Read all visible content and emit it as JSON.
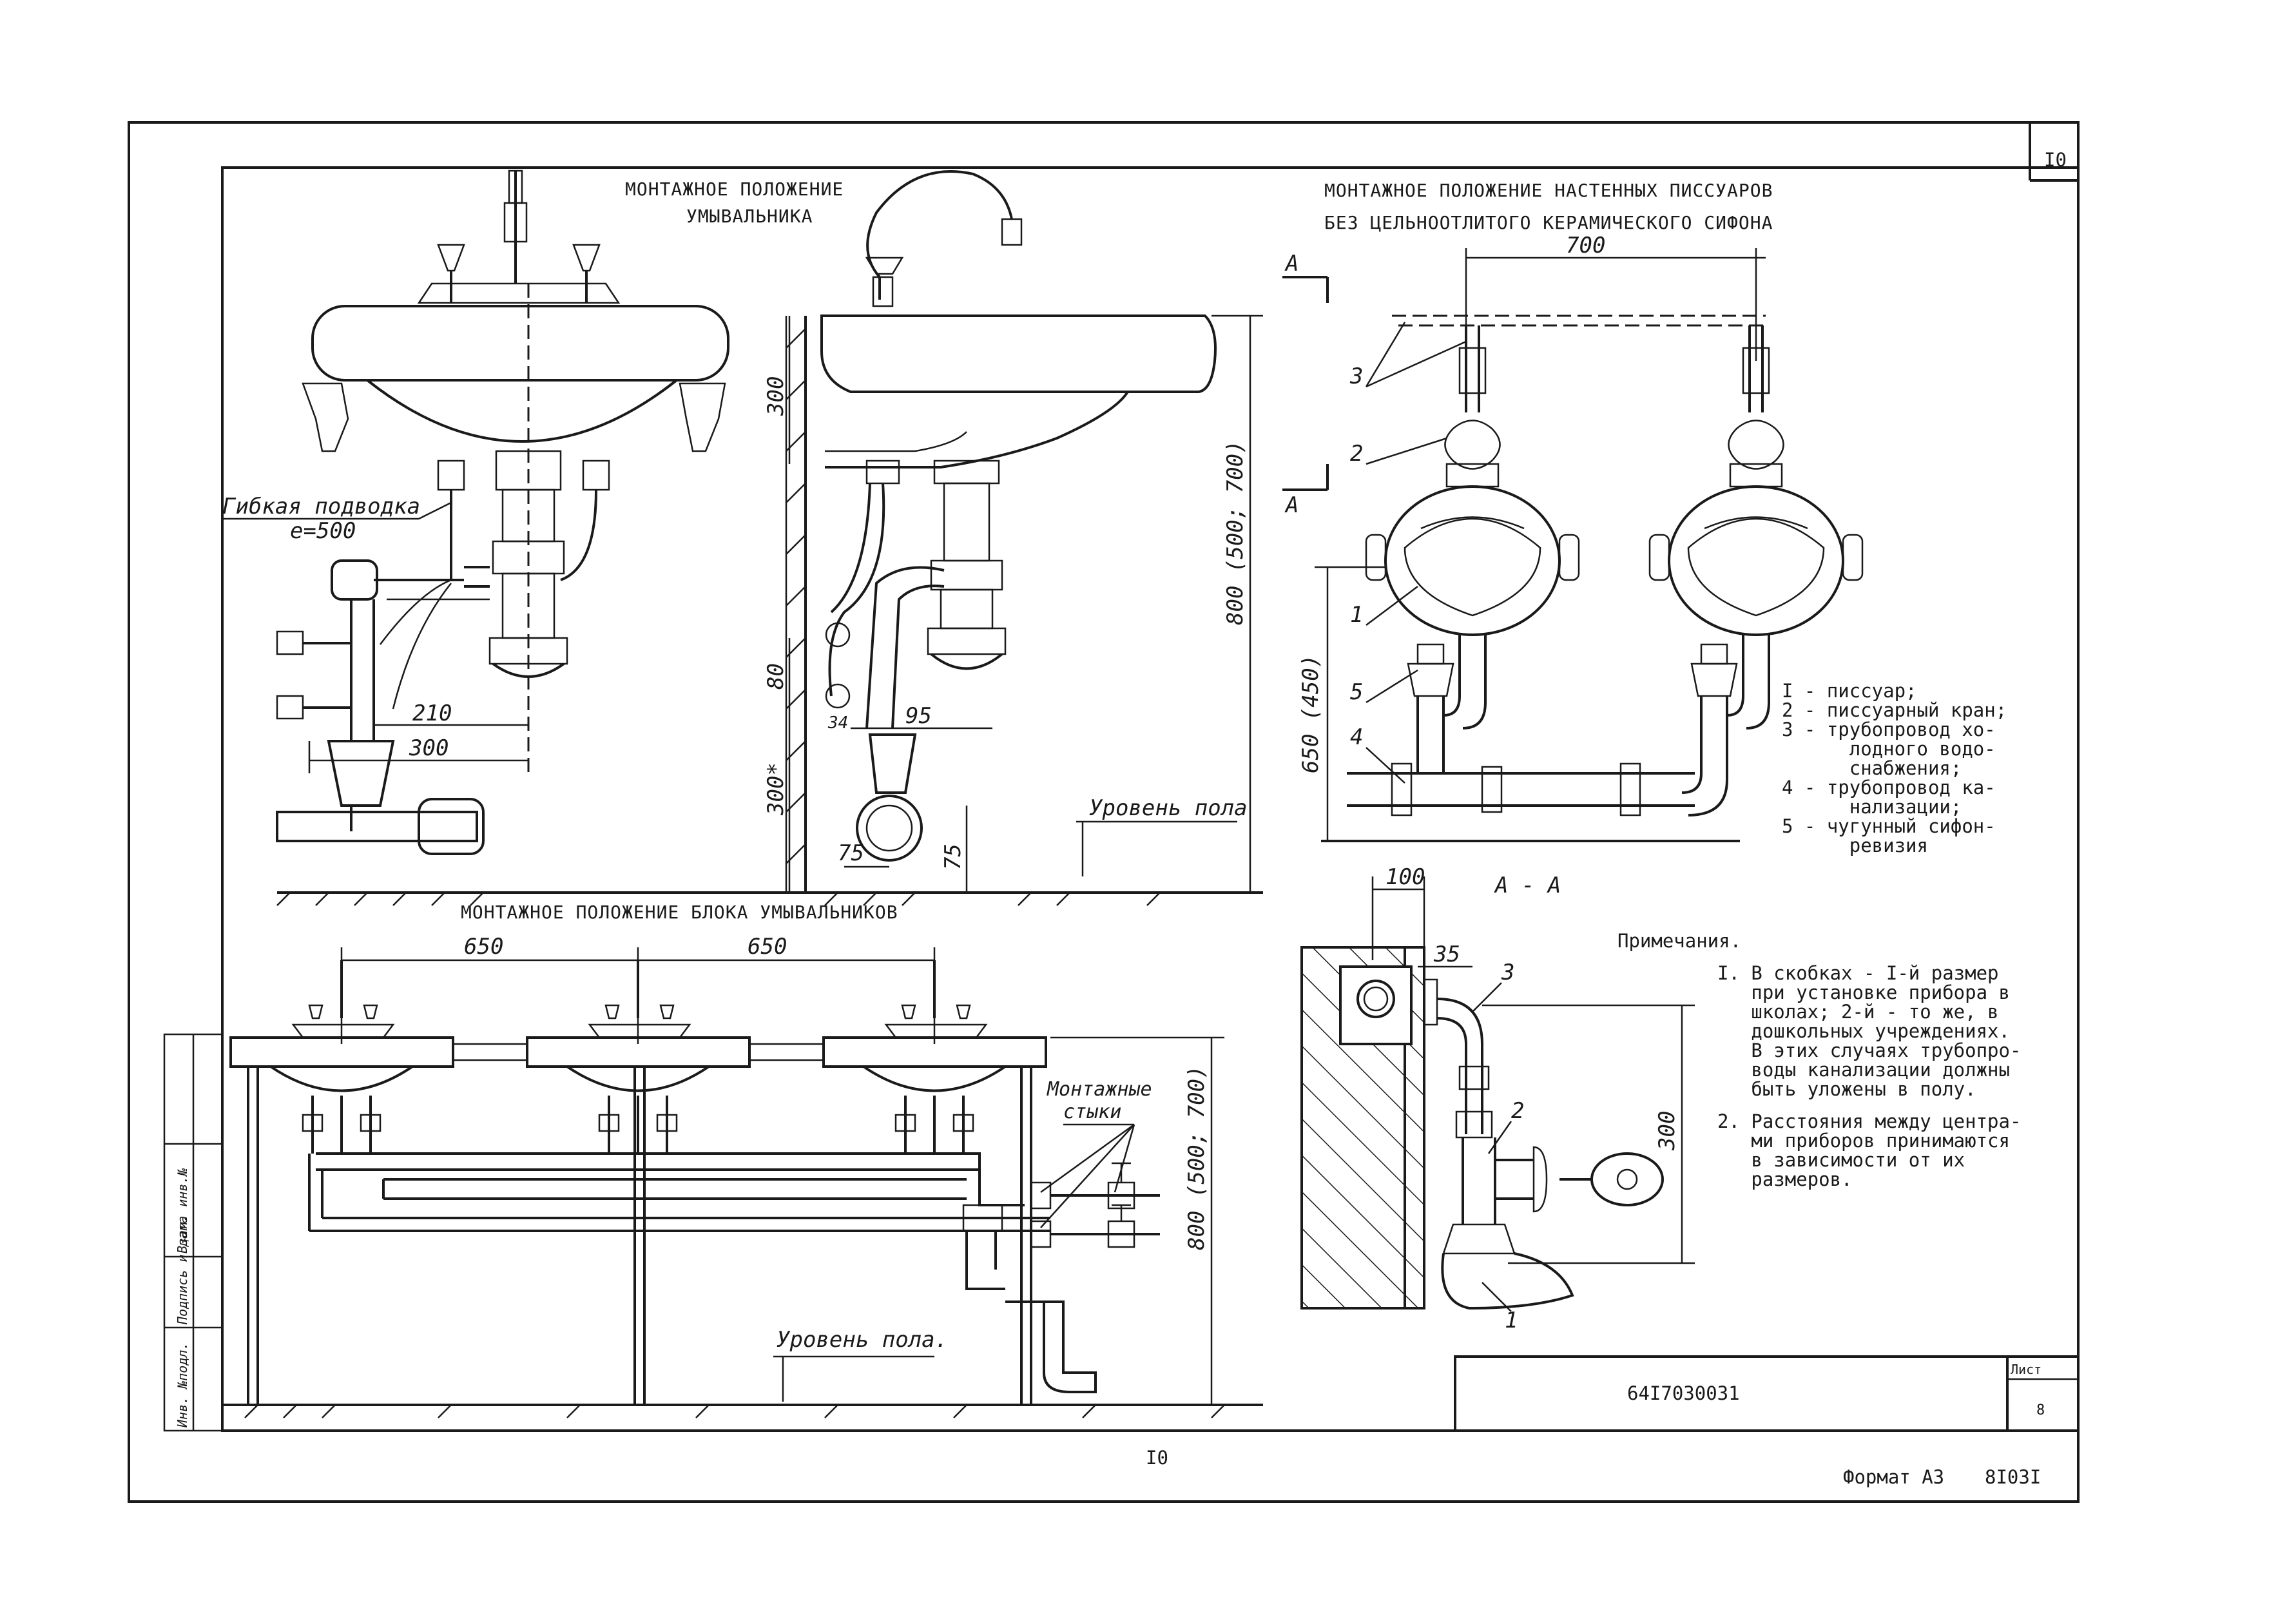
{
  "sheet": {
    "page_number_top": "I0",
    "page_number_bottom": "I0",
    "format_label": "Формат А3",
    "archive_code": "8I03I",
    "doc_code": "64I7030031",
    "sheet_label": "Лист",
    "sheet_number": "8",
    "side_stamp": [
      "Инв. №подл.",
      "Подпись и дата",
      "Взам. инв.№"
    ]
  },
  "wash_basin": {
    "title_line1": "МОНТАЖНОЕ ПОЛОЖЕНИЕ",
    "title_line2": "УМЫВАЛЬНИКА",
    "flex_label_line1": "Гибкая подводка",
    "flex_label_line2": "е=500",
    "dim_210": "210",
    "dim_300_front": "300",
    "dim_300_side": "300",
    "dim_80": "80",
    "dim_34": "34",
    "dim_95": "95",
    "dim_300_star": "300*",
    "dim_75_left": "75",
    "dim_75_right": "75",
    "dim_800": "800 (500; 700)",
    "floor_label": "Уровень пола"
  },
  "basin_block": {
    "title": "МОНТАЖНОЕ ПОЛОЖЕНИЕ БЛОКА УМЫВАЛЬНИКОВ",
    "dim_650_a": "650",
    "dim_650_b": "650",
    "joints_line1": "Монтажные",
    "joints_line2": "стыки",
    "dim_800": "800 (500; 700)",
    "floor_label": "Уровень пола."
  },
  "urinals": {
    "title_line1": "МОНТАЖНОЕ ПОЛОЖЕНИЕ НАСТЕННЫХ ПИССУАРОВ",
    "title_line2": "БЕЗ ЦЕЛЬНООТЛИТОГО КЕРАМИЧЕСКОГО СИФОНА",
    "section_mark": "А",
    "dim_700": "700",
    "dim_650": "650 (450)",
    "callouts": [
      "3",
      "2",
      "1",
      "5",
      "4"
    ],
    "legend": [
      "I  - писсуар;",
      "2  - писсуарный кран;",
      "3  - трубопровод хо-",
      "      лодного водо-",
      "      снабжения;",
      "4  - трубопровод ка-",
      "      нализации;",
      "5  - чугунный сифон-",
      "      ревизия"
    ]
  },
  "section_aa": {
    "title": "А - А",
    "dim_100": "100",
    "dim_35": "35",
    "dim_300": "300",
    "callouts": [
      "3",
      "2",
      "1"
    ]
  },
  "notes": {
    "heading": "Примечания.",
    "items": [
      [
        "I. В скобках - I-й размер",
        "   при установке прибора в",
        "   школах; 2-й - то же, в",
        "   дошкольных учреждениях.",
        "   В этих случаях трубопро-",
        "   воды канализации должны",
        "   быть уложены в полу."
      ],
      [
        "2. Расстояния между центра-",
        "   ми приборов принимаются",
        "   в зависимости от их",
        "   размеров."
      ]
    ]
  }
}
